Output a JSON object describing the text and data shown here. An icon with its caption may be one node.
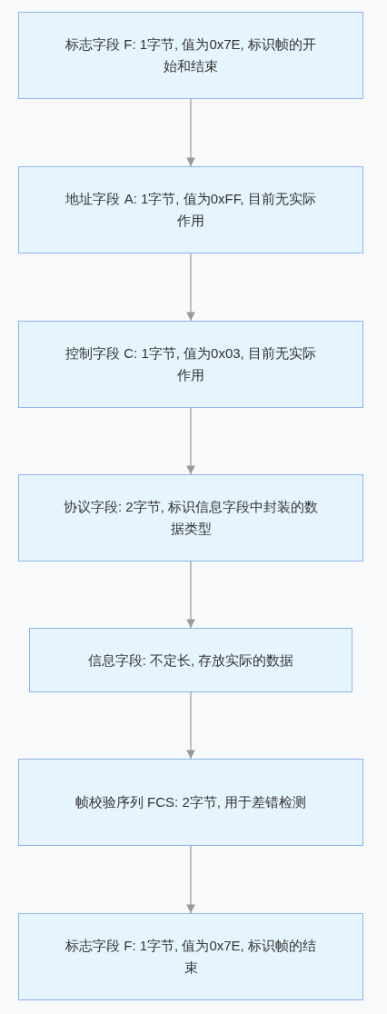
{
  "diagram": {
    "nodes": [
      {
        "text": [
          "标志字段 F: 1字节, 值为0x7E, 标识帧的开始和结束"
        ]
      },
      {
        "text": [
          "地址字段 A: 1字节, 值为0xFF, 目前无实际作用"
        ]
      },
      {
        "text": [
          "控制字段 C: 1字节, 值为0x03, 目前无实际作用"
        ]
      },
      {
        "text": [
          "协议字段: 2字节, 标识信息字段中封装的数据类型"
        ]
      },
      {
        "text": [
          "信息字段: 不定长, 存放实际的数据"
        ]
      },
      {
        "text": [
          "帧校验序列 FCS: 2字节, 用于差错检测"
        ]
      },
      {
        "text": [
          "标志字段 F: 1字节, 值为0x7E, 标识帧的结束"
        ]
      }
    ],
    "edges": [
      {
        "from": 0,
        "to": 1,
        "arrow": "to"
      },
      {
        "from": 1,
        "to": 2,
        "arrow": "to"
      },
      {
        "from": 2,
        "to": 3,
        "arrow": "to"
      },
      {
        "from": 3,
        "to": 4,
        "arrow": "to"
      },
      {
        "from": 4,
        "to": 5,
        "arrow": "to"
      },
      {
        "from": 5,
        "to": 6,
        "arrow": "to"
      }
    ]
  }
}
